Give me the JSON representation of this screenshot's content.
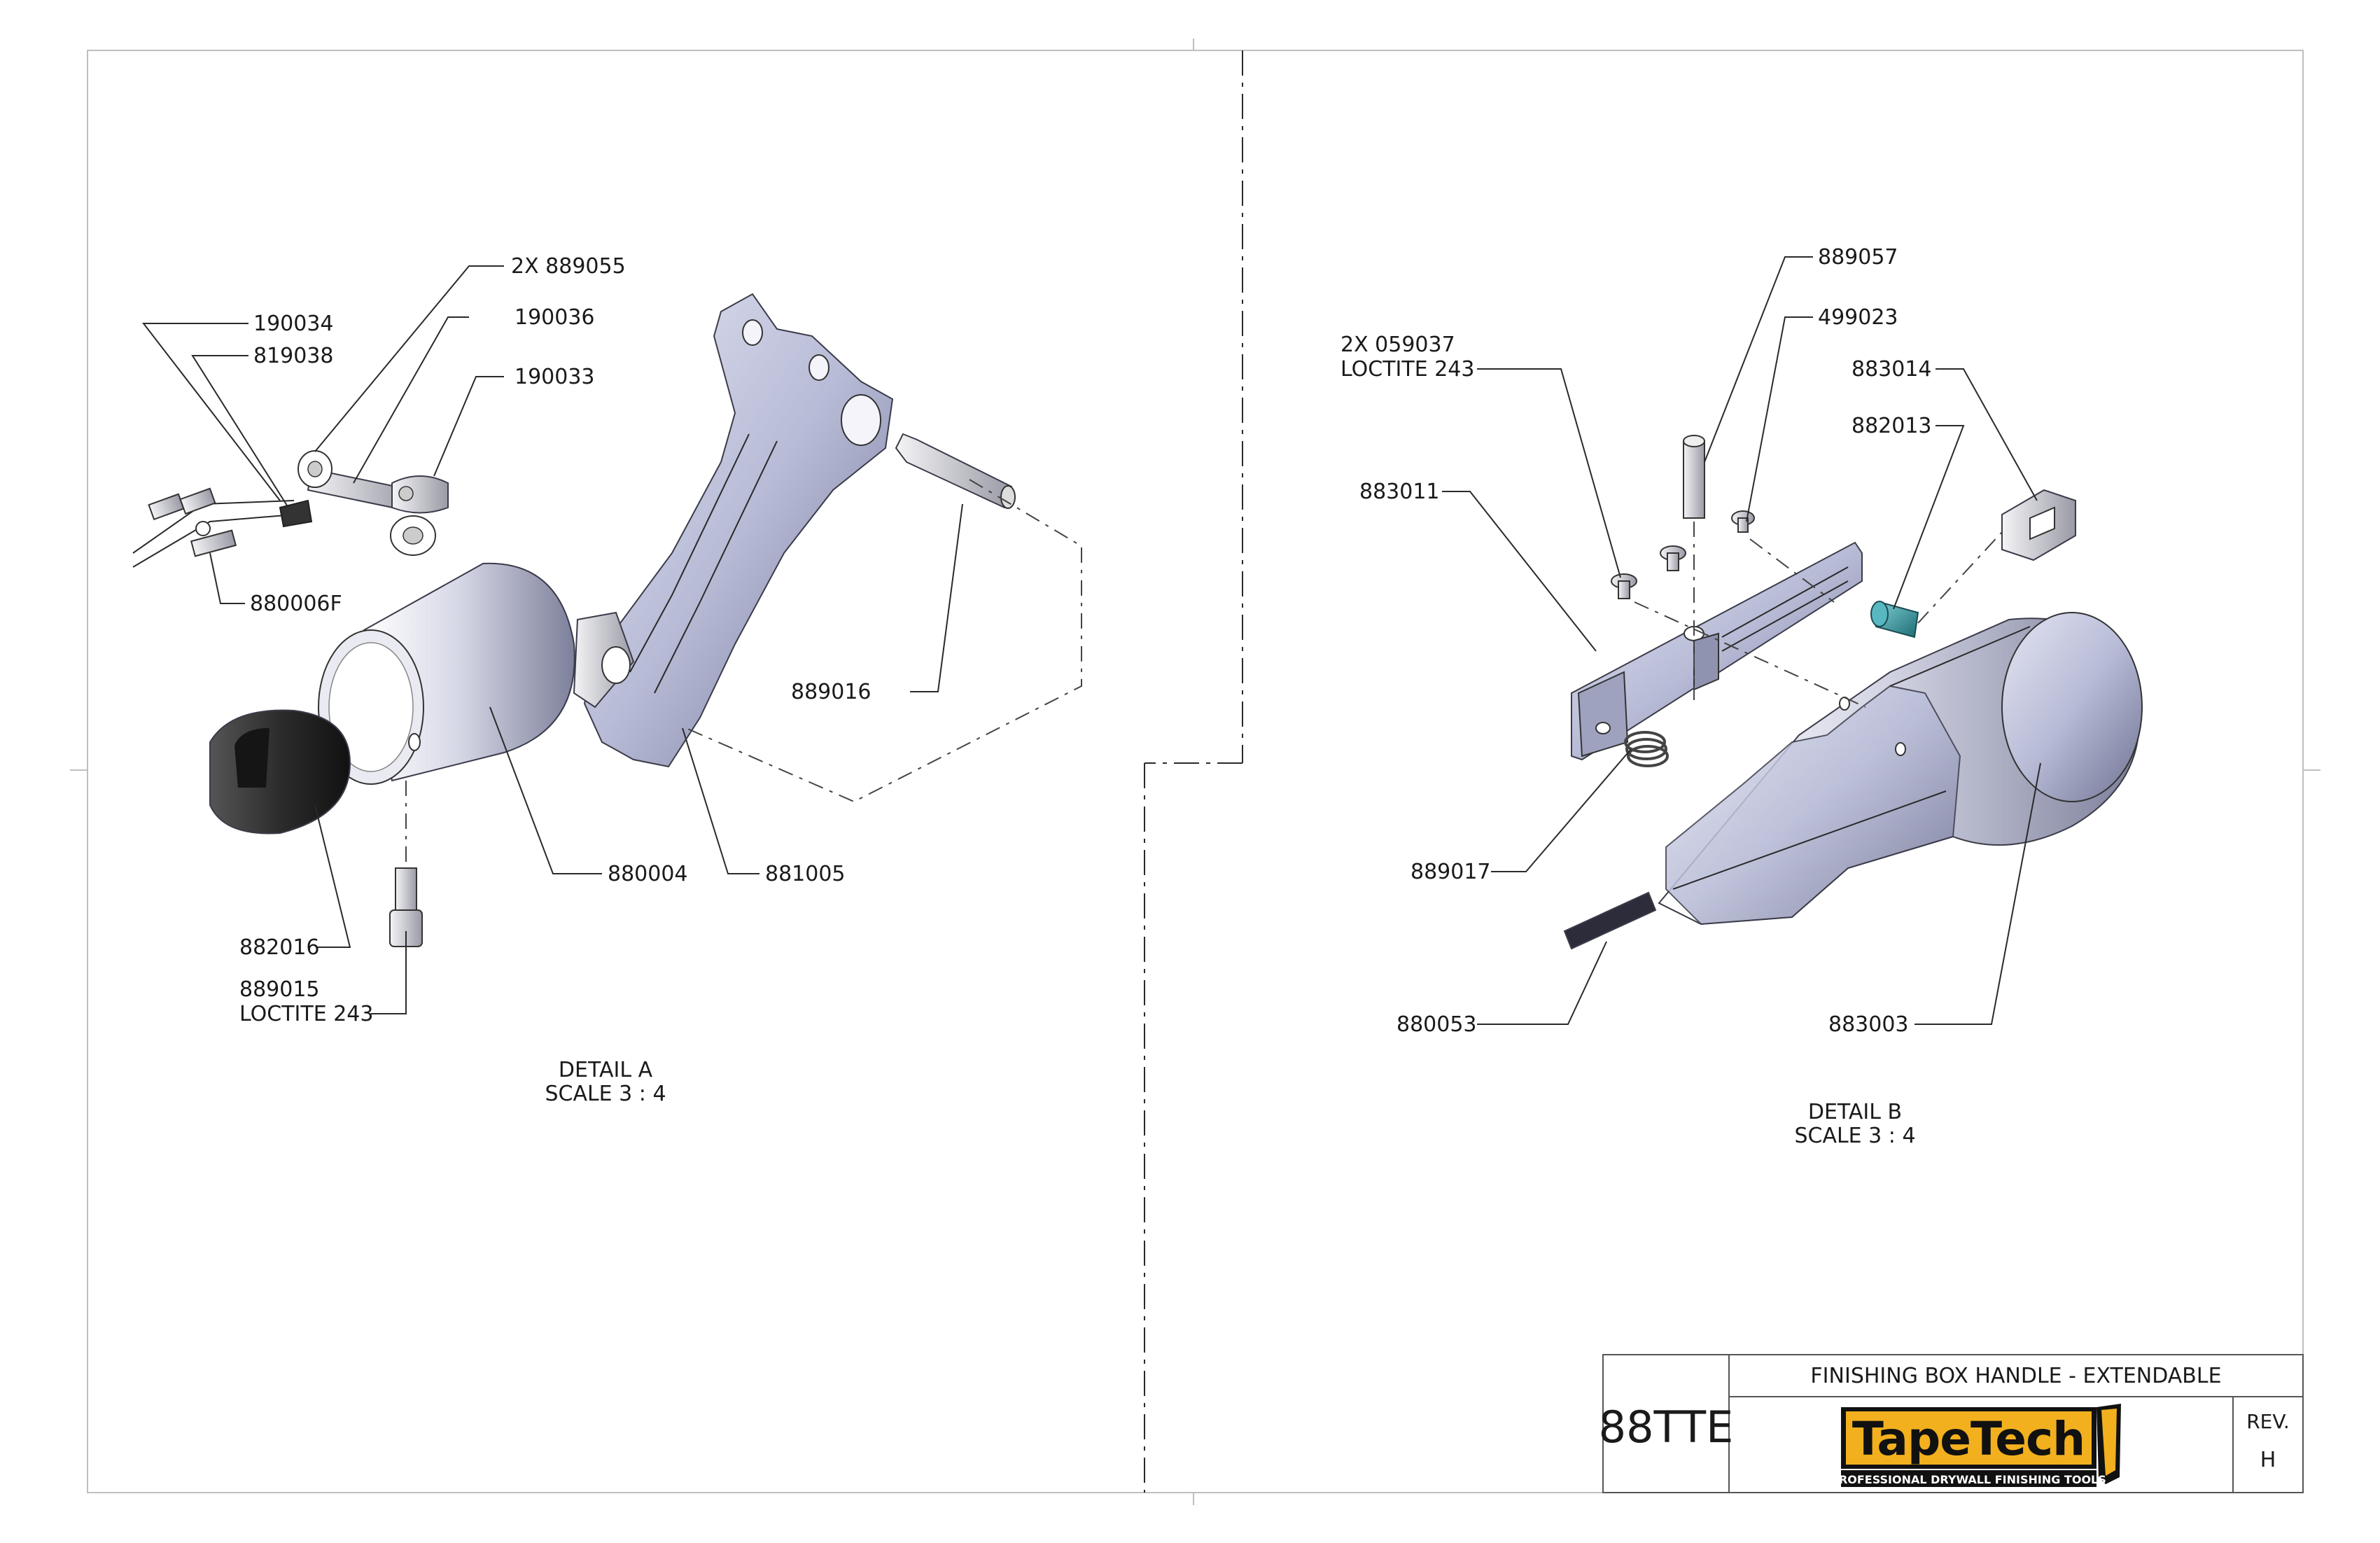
{
  "drawing": {
    "part_number": "88TTE",
    "title": "FINISHING BOX HANDLE - EXTENDABLE",
    "rev_label": "REV.",
    "rev_value": "H",
    "brand": "TapeTech",
    "brand_tagline": "PROFESSIONAL DRYWALL FINISHING TOOLS",
    "colors": {
      "brand_yellow": "#f2b01e",
      "brand_black": "#111111",
      "part_blue": "#b9bdd8",
      "part_black": "#2b2b2b",
      "part_teal": "#2f8f99"
    }
  },
  "detail_a": {
    "title": "DETAIL A",
    "scale": "SCALE 3 : 4",
    "callouts": {
      "c190034": "190034",
      "c819038": "819038",
      "c2x889055": "2X 889055",
      "c190036": "190036",
      "c190033": "190033",
      "c880006f": "880006F",
      "c889016": "889016",
      "c880004": "880004",
      "c881005": "881005",
      "c882016": "882016",
      "c889015": "889015",
      "c889015_note": "LOCTITE 243"
    }
  },
  "detail_b": {
    "title": "DETAIL B",
    "scale": "SCALE 3 : 4",
    "callouts": {
      "c889057": "889057",
      "c499023": "499023",
      "c2x059037": "2X 059037",
      "c2x059037_note": "LOCTITE 243",
      "c883014": "883014",
      "c882013": "882013",
      "c883011": "883011",
      "c889017": "889017",
      "c880053": "880053",
      "c883003": "883003"
    }
  }
}
